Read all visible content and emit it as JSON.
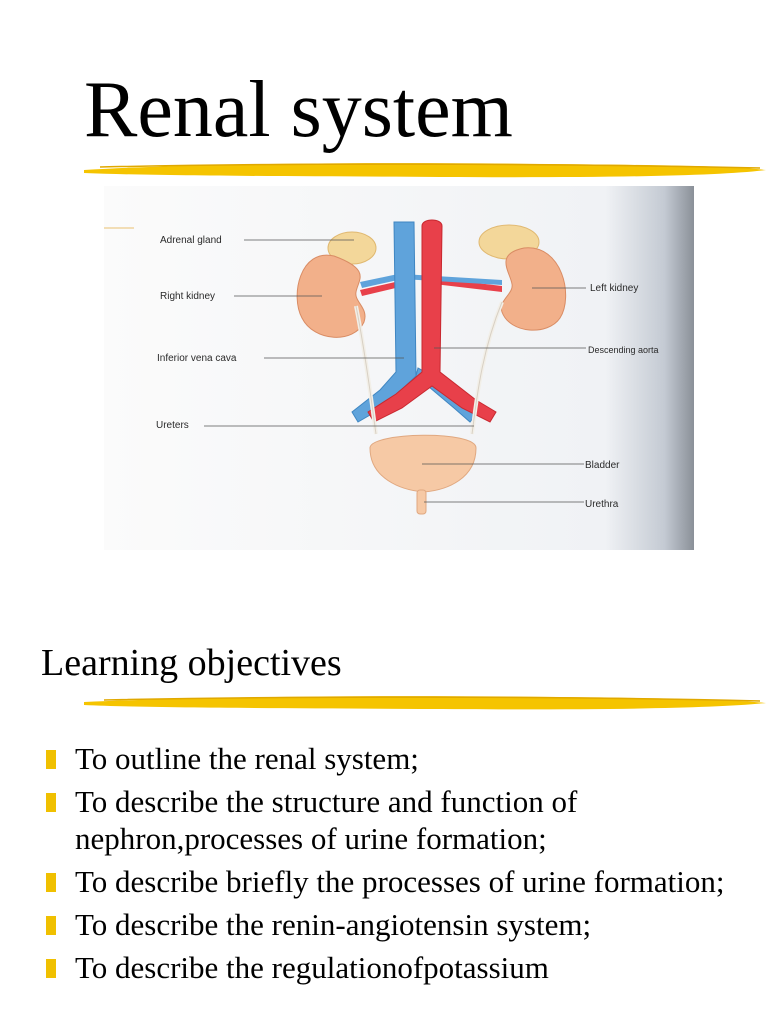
{
  "title": "Renal system",
  "figure": {
    "labels": {
      "adrenal_gland": "Adrenal gland",
      "right_kidney": "Right kidney",
      "inferior_vena_cava": "Inferior vena cava",
      "ureters": "Ureters",
      "left_kidney": "Left kidney",
      "descending_aorta": "Descending aorta",
      "bladder": "Bladder",
      "urethra": "Urethra"
    }
  },
  "subtitle": "Learning objectives",
  "objectives": [
    "To outline the renal system;",
    "To describe the structure and function of nephron,processes of urine formation;",
    "To describe briefly the processes of urine formation;",
    "To describe the renin-angiotensin system;",
    "To describe the regulationofpotassium"
  ],
  "colors": {
    "highlight": "#f5c400",
    "bullet": "#f0c000",
    "vein": "#5fa3db",
    "artery": "#e8404a",
    "kidney": "#f2b08a",
    "adrenal": "#f3d79a",
    "bladder": "#f6c9a5"
  }
}
